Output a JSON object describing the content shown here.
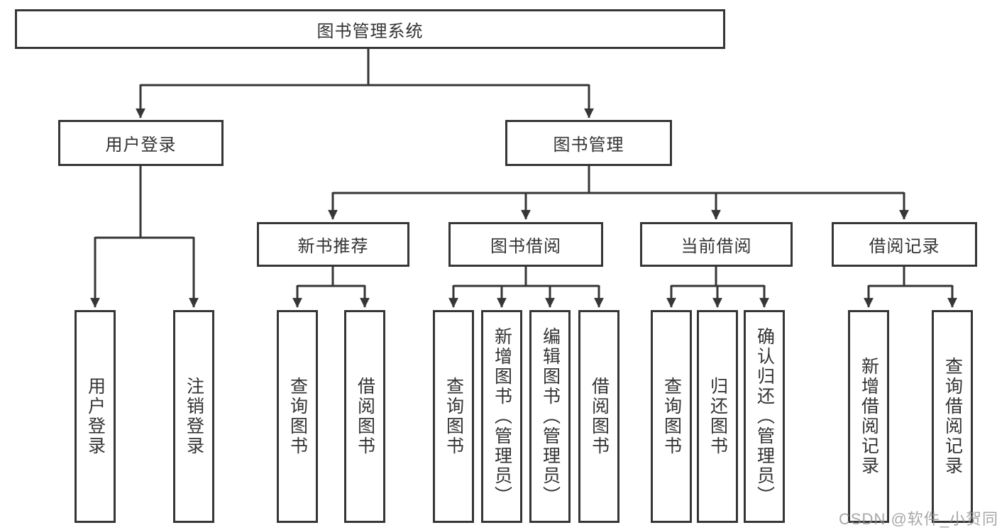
{
  "diagram": {
    "root": {
      "label": "图书管理系统",
      "children": [
        {
          "label": "用户登录",
          "children": [
            {
              "label": "用户登录"
            },
            {
              "label": "注销登录"
            }
          ]
        },
        {
          "label": "图书管理",
          "children": [
            {
              "label": "新书推荐",
              "children": [
                {
                  "label": "查询图书"
                },
                {
                  "label": "借阅图书"
                }
              ]
            },
            {
              "label": "图书借阅",
              "children": [
                {
                  "label": "查询图书"
                },
                {
                  "label": "新增图书（管理员）"
                },
                {
                  "label": "编辑图书（管理员）"
                },
                {
                  "label": "借阅图书"
                }
              ]
            },
            {
              "label": "当前借阅",
              "children": [
                {
                  "label": "查询图书"
                },
                {
                  "label": "归还图书"
                },
                {
                  "label": "确认归还（管理员）"
                }
              ]
            },
            {
              "label": "借阅记录",
              "children": [
                {
                  "label": "新增借阅记录"
                },
                {
                  "label": "查询借阅记录"
                }
              ]
            }
          ]
        }
      ]
    },
    "colors": {
      "line": "#363636",
      "box_border": "#363636",
      "box_fill": "#ffffff",
      "text": "#333333",
      "watermark": "#919191"
    }
  },
  "watermark": {
    "text": "CSDN @软件_小贺同学"
  }
}
